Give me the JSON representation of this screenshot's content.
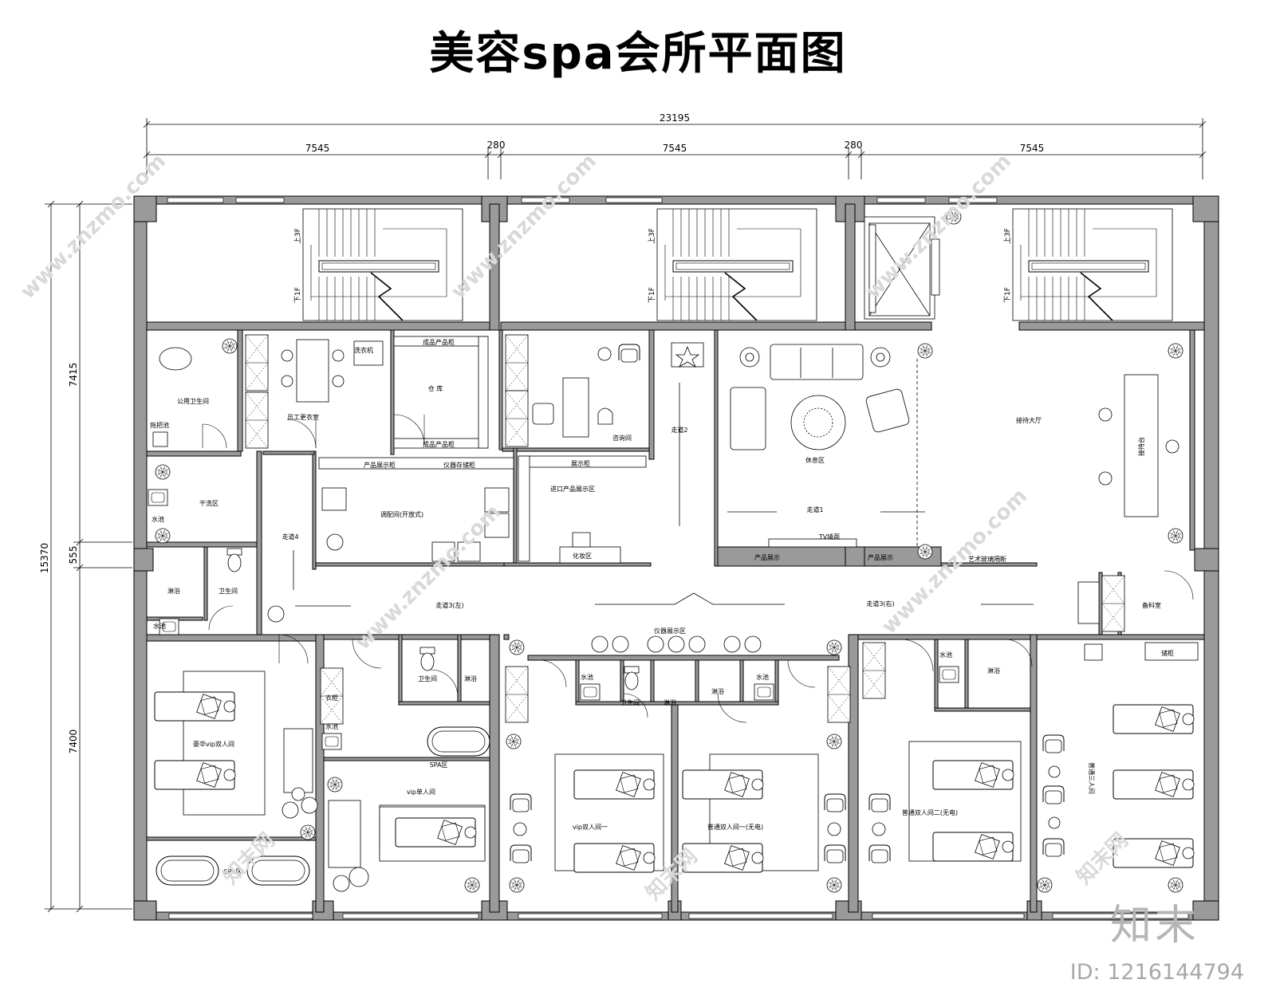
{
  "title": "美容spa会所平面图",
  "dimensions": {
    "overall_width": "23195",
    "segment_1": "7545",
    "gap_1": "280",
    "segment_2": "7545",
    "gap_2": "280",
    "segment_3": "7545",
    "overall_height": "15370",
    "height_top": "7415",
    "height_mid": "555",
    "height_bottom": "7400"
  },
  "stairs": {
    "up_label": "上3F",
    "down_label": "下1F"
  },
  "rooms": {
    "public_wc": "公用卫生间",
    "mop_pool": "拖把池",
    "staff_changing": "员工更衣室",
    "washer": "洗衣机",
    "warehouse": "仓  库",
    "finished_cabinet_top": "成品产品柜",
    "finished_cabinet_bottom": "成品产品柜",
    "consult": "咨询间",
    "corridor_2": "走道2",
    "lounge": "休息区",
    "reception": "接待大厅",
    "reception_desk": "接待台",
    "corridor_1": "走道1",
    "tv_wall": "TV墙面",
    "product_display_1": "产品展示",
    "product_display_2": "产品展示",
    "art_glass": "艺术玻璃隔断",
    "dry_area": "干洗区",
    "basin_1": "水池",
    "mixing_room": "调配间(开放式)",
    "product_cabinet": "产品展示柜",
    "instrument_cabinet": "仪器存储柜",
    "import_display": "进口产品展示区",
    "display_cabinet": "展示柜",
    "makeup": "化妆区",
    "corridor_4": "走道4",
    "shower_1": "淋浴",
    "toilet_1": "卫生间",
    "basin_2": "水池",
    "corridor_3_left": "走道3(左)",
    "corridor_3_right": "走道3(右)",
    "instrument_area": "仪器展示区",
    "material_room": "备料室",
    "luxury_vip": "豪华vip双人间",
    "spa_area_1": "SPA区",
    "basin_3": "水池",
    "wardrobe": "衣柜",
    "toilet_2": "卫生间",
    "shower_2": "淋浴",
    "spa_area_2": "SPA区",
    "vip_single": "vip单人间",
    "basin_4": "水池",
    "toilet_3": "卫生间",
    "shower_3": "淋浴",
    "shower_4": "淋浴",
    "basin_5": "水池",
    "vip_double_1": "vip双人间一",
    "normal_double_1": "普通双人间一(无电)",
    "basin_6": "水池",
    "shower_5": "淋浴",
    "normal_double_2": "普通双人间二(无电)",
    "normal_triple": "普通三人间",
    "cabinet": "储柜"
  },
  "watermarks": {
    "site": "www.znzmo.com",
    "brand": "知末网",
    "logo": "知末",
    "id": "ID: 1216144794"
  }
}
